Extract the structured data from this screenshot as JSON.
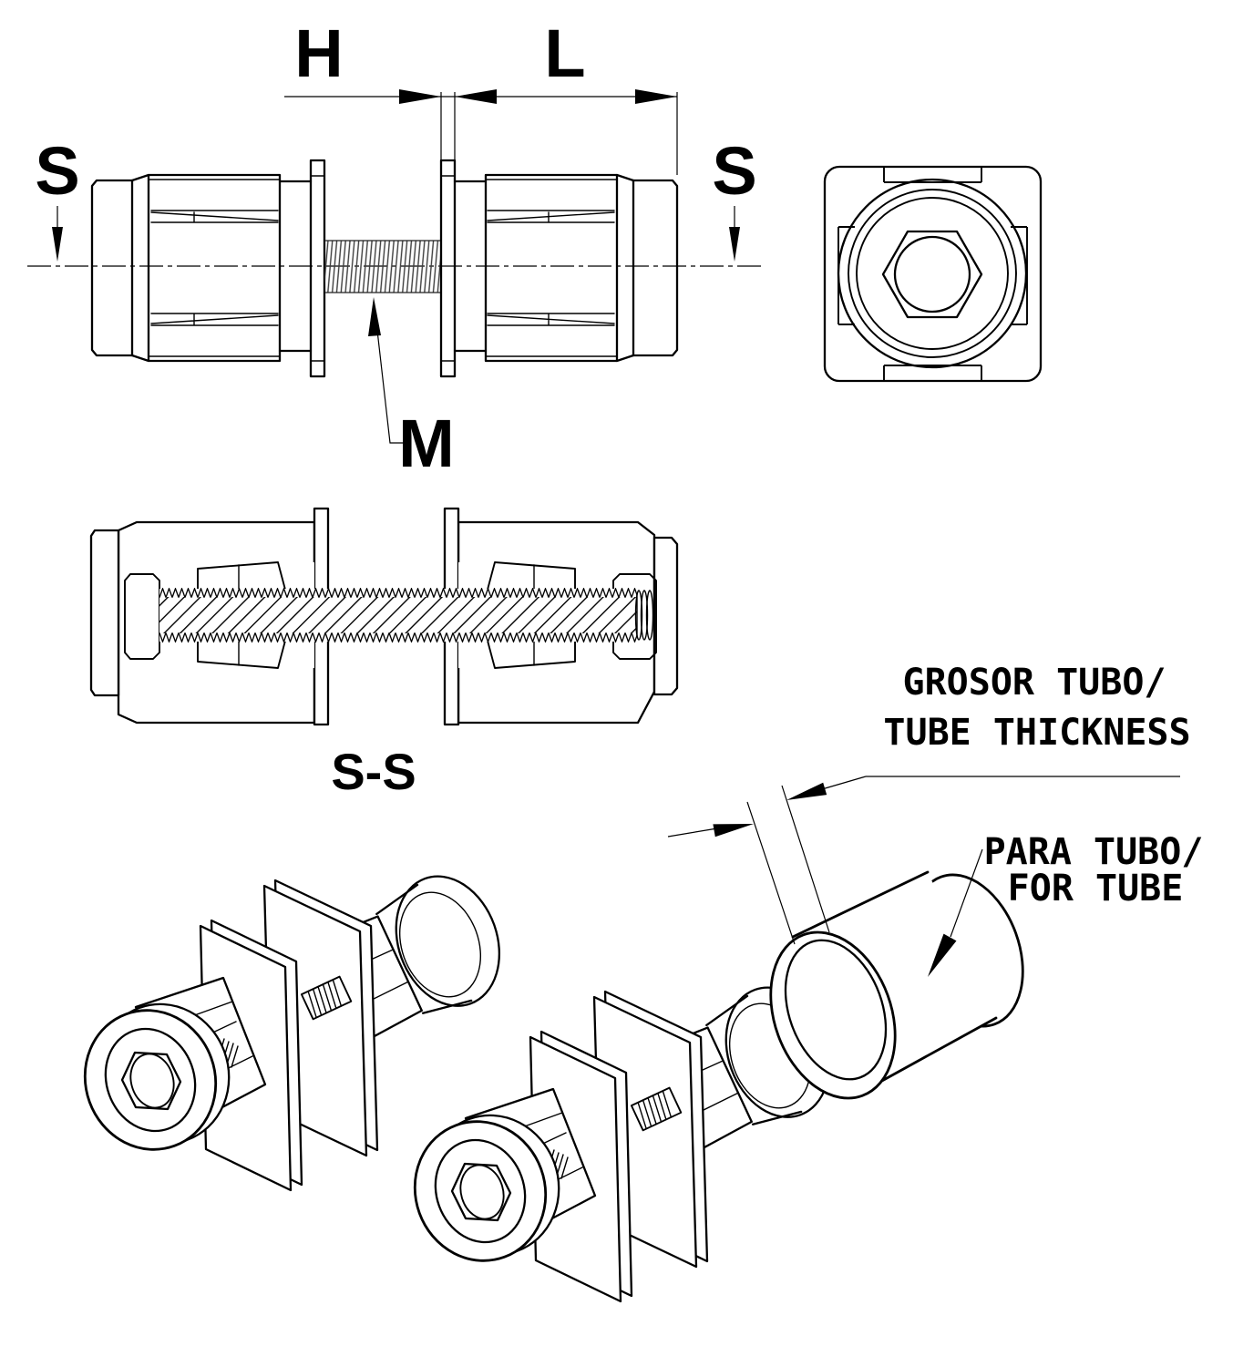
{
  "drawing": {
    "colors": {
      "ink": "#000000",
      "paper": "#ffffff"
    },
    "labels": {
      "h": "H",
      "l": "L",
      "m": "M",
      "s_left": "S",
      "s_right": "S",
      "section": "S-S"
    },
    "annotations": {
      "thickness_es": "GROSOR TUBO/",
      "thickness_en": "TUBE THICKNESS",
      "tube_es": "PARA TUBO/",
      "tube_en": "FOR TUBE"
    }
  }
}
